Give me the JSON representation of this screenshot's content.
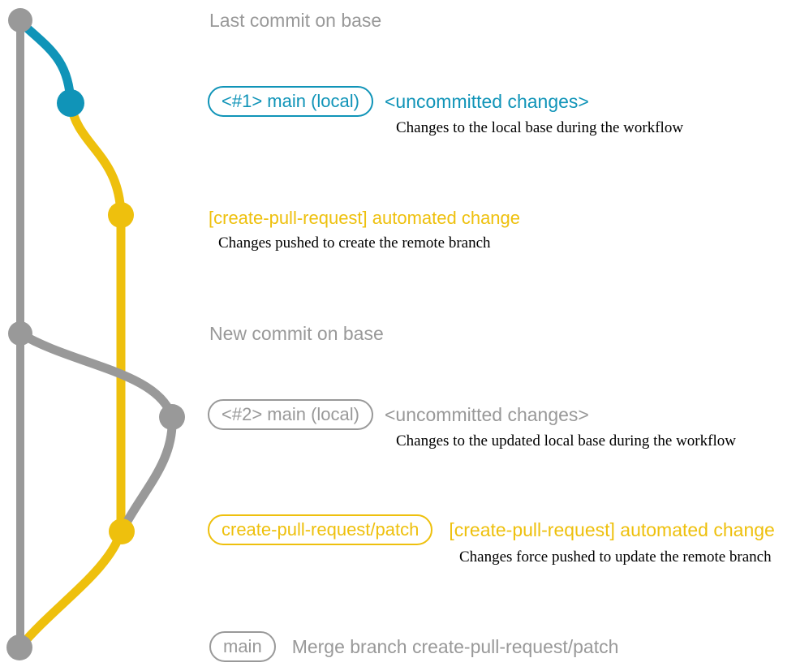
{
  "colors": {
    "gray": "#999999",
    "teal": "#1094b8",
    "yellow": "#eec00d",
    "ink": "#000000",
    "background": "#ffffff"
  },
  "graph": {
    "description": "Git commit graph showing base branch, local main and create-pull-request/patch branch",
    "commits": [
      {
        "name": "last-commit-on-base",
        "color": "gray"
      },
      {
        "name": "uncommitted-changes-1",
        "color": "teal"
      },
      {
        "name": "automated-change-1",
        "color": "yellow"
      },
      {
        "name": "new-commit-on-base",
        "color": "gray"
      },
      {
        "name": "uncommitted-changes-2",
        "color": "gray"
      },
      {
        "name": "automated-change-2",
        "color": "yellow"
      },
      {
        "name": "merge-commit",
        "color": "gray"
      }
    ]
  },
  "annotations": {
    "last_commit_heading": "Last commit on base",
    "row1": {
      "badge": "<#1> main (local)",
      "status": "<uncommitted changes>",
      "note": "Changes to the local base during the workflow"
    },
    "row2": {
      "title": "[create-pull-request] automated change",
      "note": "Changes pushed to create the remote branch"
    },
    "new_commit_heading": "New commit on base",
    "row3": {
      "badge": "<#2> main (local)",
      "status": "<uncommitted changes>",
      "note": "Changes to the updated local base during the workflow"
    },
    "row4": {
      "badge": "create-pull-request/patch",
      "title": "[create-pull-request] automated change",
      "note": "Changes force pushed to update the remote branch"
    },
    "row5": {
      "badge": "main",
      "message": "Merge branch create-pull-request/patch"
    }
  }
}
